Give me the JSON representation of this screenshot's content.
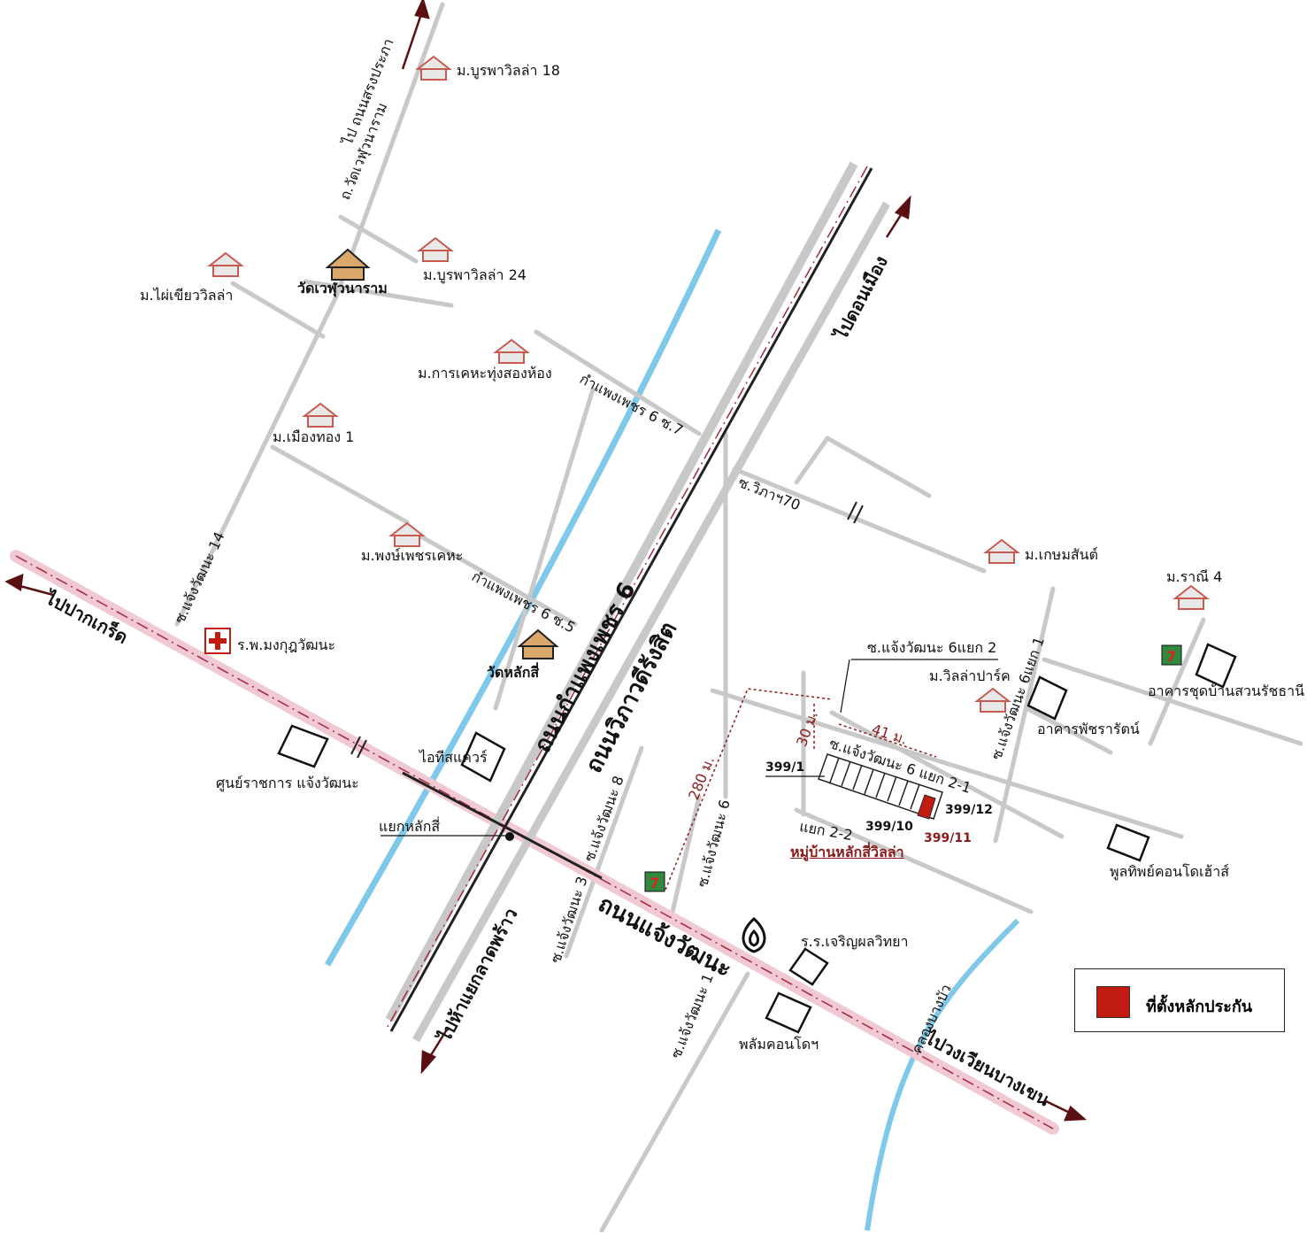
{
  "colors": {
    "road_gray": "#c8c8c8",
    "canal_blue": "#7ec8ea",
    "main_road_pink": "#f1c9d2",
    "dash_red": "#a3283a",
    "plot_red": "#c21b12",
    "arrow_dark": "#5a0f12",
    "brown_label": "#8b1a1a"
  },
  "labels": {
    "to_ram_intra_road": "ไป ถนนสรงประภา",
    "wat_wet_road": "ถ.วัดเวฬุวนาราม",
    "burapha_18": "ม.บูรพาวิลล่า 18",
    "burapha_24": "ม.บูรพาวิลล่า 24",
    "wat_wet": "วัดเวฬุวนาราม",
    "phai_khiao": "ม.ไผ่เขียววิลล่า",
    "karakhet": "ม.การเคหะทุ่งสองห้อง",
    "kamphaeng_6_7": "กำแพงเพชร 6 ซ.7",
    "mueang_thong": "ม.เมืองทอง 1",
    "phong_phet": "ม.พงษ์เพชรเคหะ",
    "kamphaeng_6_5": "กำแพงเพชร 6 ซ.5",
    "soi_14": "ซ.แจ้งวัฒนะ 14",
    "to_pakkret": "ไปปากเกร็ด",
    "hospital": "ร.พ.มงกุฎวัฒนะ",
    "wat_lak_si": "วัดหลักสี่",
    "kamphaeng_road": "ถนนกำแพงเพชร 6",
    "vibhavadi_road": "ถนนวิภาวดีรังสิต",
    "to_don_mueang": "ไปดอนเมือง",
    "vibha_70": "ซ.วิภาฯ70",
    "kasem": "ม.เกษมสันต์",
    "ranee": "ม.ราณี 4",
    "soi_6_yaek_2": "ซ.แจ้งวัฒนะ 6แยก 2",
    "villa_park": "ม.วิลล่าปาร์ค",
    "soi_6_yaek_1": "ซ.แจ้งวัฒนะ 6แยก 1",
    "suan_ratchathani": "อาคารชุดบ้านสวนรัชธานี",
    "phatcharat": "อาคารพัชรารัตน์",
    "gov_center": "ศูนย์ราชการ แจ้งวัฒนะ",
    "it_square": "ไอทีสแควร์",
    "lak_si_junction": "แยกหลักสี่",
    "soi_8": "ซ.แจ้งวัฒนะ 8",
    "dist_280": "280 ม.",
    "soi_6": "ซ.แจ้งวัฒนะ 6",
    "dist_30": "30 ม.",
    "dist_41": "41 ม.",
    "soi_6_yaek_2_1": "ซ.แจ้งวัฒนะ 6 แยก 2-1",
    "lot_399_1": "399/1",
    "lot_399_12": "399/12",
    "lot_399_10": "399/10",
    "lot_399_11": "399/11",
    "yaek_2_2": "แยก 2-2",
    "lak_si_villa": "หมู่บ้านหลักสี่วิลล่า",
    "phunthip": "พูลทิพย์คอนโดเฮ้าส์",
    "soi_3": "ซ.แจ้งวัฒนะ 3",
    "to_lat_phrao": "ไปห้าแยกลาดพร้าว",
    "chaeng_road": "ถนนแจ้งวัฒนะ",
    "school": "ร.ร.เจริญผลวิทยา",
    "soi_1": "ซ.แจ้งวัฒนะ 1",
    "palm_condo": "พลัมคอนโดฯ",
    "khlong_bang_bua": "คลองบางบัว",
    "to_wiang_bang_khen": "ไปวงเวียนบางเขน"
  },
  "legend": {
    "text": "ที่ตั้งหลักประกัน"
  },
  "icons": {
    "house": "house-icon",
    "temple": "temple-icon",
    "hospital": "hospital-cross-icon",
    "store": "seven-eleven-icon",
    "bank": "bank-logo-icon",
    "building": "building-icon"
  }
}
